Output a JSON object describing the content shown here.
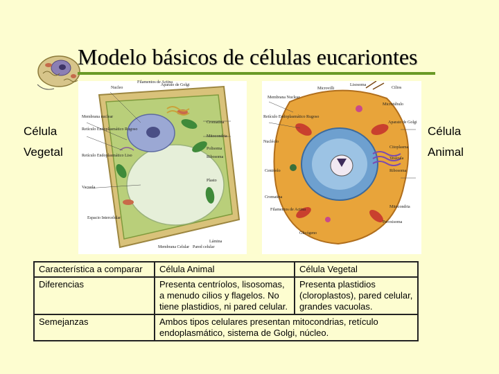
{
  "title": "Modelo básicos  de células eucariontes",
  "side_labels": {
    "plant": [
      "Célula",
      "Vegetal"
    ],
    "animal": [
      "Célula",
      "Animal"
    ]
  },
  "plant_annotations": {
    "top_left": "Nucleo",
    "top_mid": "Filamentos de Actina",
    "top_right": "Aparato de Golgi",
    "membrana_nuclear": "Membrana nuclear",
    "reticulo": "Retículo Endoplasmático Rugoso",
    "ret_liso": "Retículo Endoplasmático Liso",
    "vacuola": "Vacuola",
    "cromatina": "Cromatina",
    "mitocondria": "Mitocondria",
    "polisoma": "Polisoma",
    "ribosoma": "Ribosoma",
    "plasto": "Plasto",
    "espacio": "Espacio Intercelular",
    "membrana": "Membrana Celular",
    "pared": "Pared celular",
    "lamina": "Lámina"
  },
  "animal_annotations": {
    "microvilli": "Microvilli",
    "lisosoma": "Lisosoma",
    "microtubulo": "Microtúbulo",
    "cilios": "Cilios",
    "membrana_nuclear": "Membrana Nuclear",
    "ret_rugoso": "Retículo Endoplasmático Rugoso",
    "golgi": "Aparato de Golgi",
    "nucleolo": "Nucléolo",
    "centriolo": "Centríolo",
    "citoplasma": "Citoplasma",
    "vesicula": "Vesícula",
    "ribosoma": "Ribosoma",
    "mitocondria": "Mitocondria",
    "filamentos": "Filamentos de Actina",
    "cromatina": "Cromatina",
    "glicogeno": "Glicógeno",
    "peroxisoma": "Peroxisoma"
  },
  "table": {
    "header": [
      "Característica a comparar",
      "Célula Animal",
      "Célula Vegetal"
    ],
    "differences_label": "Diferencias",
    "differences_animal": "Presenta centríolos, lisosomas, a menudo cilios y flagelos. No tiene plastidios, ni pared celular.",
    "differences_plant": "Presenta plastidios (cloroplastos), pared celular, grandes vacuolas.",
    "similarities_label": "Semejanzas",
    "similarities_text": "Ambos tipos celulares presentan mitocondrias, retículo endoplasmático, sistema de Golgi, núcleo."
  },
  "colors": {
    "background": "#fdfdd0",
    "title_rule": "#6a9a26",
    "plant_wall": "#d9c27a",
    "plant_cytoplasm": "#b9cf7a",
    "plant_vacuole": "#e6efd9",
    "animal_cytoplasm": "#e8a43a",
    "animal_nucleus": "#6ea0cf"
  }
}
